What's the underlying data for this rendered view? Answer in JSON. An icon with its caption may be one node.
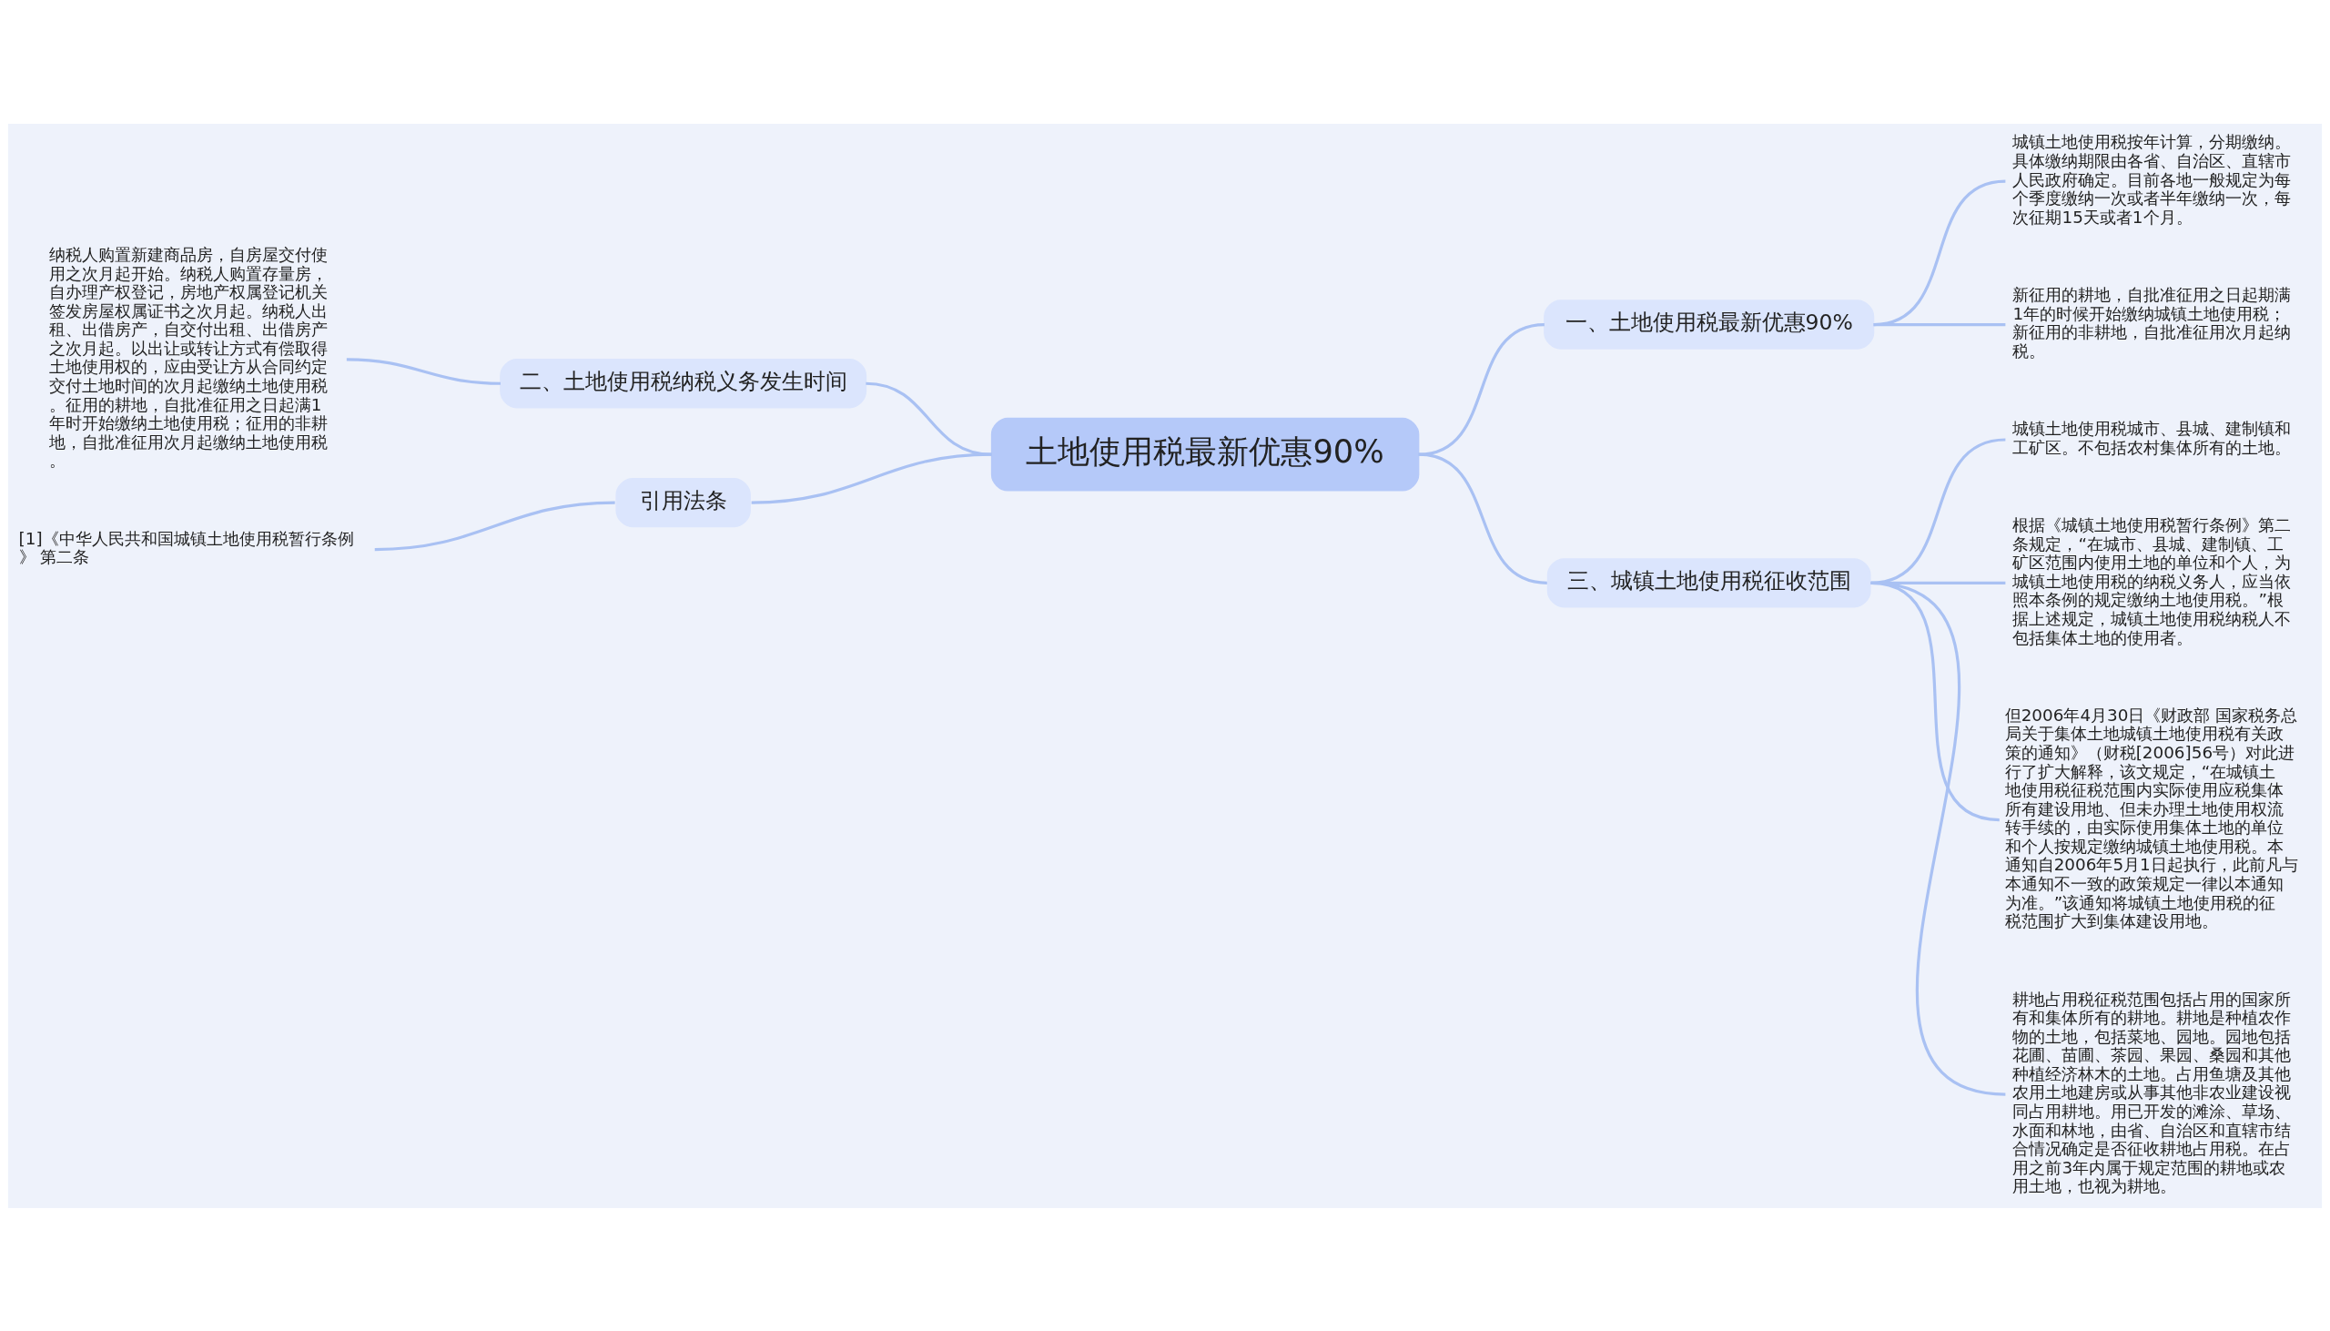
{
  "diagram": {
    "nodes": [
      {
        "text": [
          "土地使用税最新优惠90%"
        ]
      },
      {
        "text": [
          "一、土地使用税最新优惠90%"
        ]
      },
      {
        "text": [
          "城镇土地使用税按年计算，分期缴纳。具体缴纳期限由各省、自治区、直辖市人民政府确定。目前各地一般规定为每个季度缴纳一次或者半年缴纳一次，每次征期15天或者1个月。"
        ]
      },
      {
        "text": [
          "新征用的耕地，自批准征用之日起期满1年的时候开始缴纳城镇土地使用税；新征用的非耕地，自批准征用次月起纳税。"
        ]
      },
      {
        "text": [
          "二、土地使用税纳税义务发生时间"
        ]
      },
      {
        "text": [
          "纳税人购置新建商品房，自房屋交付使用之次月起开始。纳税人购置存量房，自办理产权登记，房地产权属登记机关签发房屋权属证书之次月起。纳税人出租、出借房产，自交付出租、出借房产之次月起。以出让或转让方式有偿取得土地使用权的，应由受让方从合同约定交付土地时间的次月起缴纳土地使用税。征用的耕地，自批准征用之日起满1年时开始缴纳土地使用税；征用的非耕地，自批准征用次月起缴纳土地使用税。"
        ]
      },
      {
        "text": [
          "三、城镇土地使用税征收范围"
        ]
      },
      {
        "text": [
          "城镇土地使用税城市、县城、建制镇和工矿区。不包括农村集体所有的土地。"
        ]
      },
      {
        "text": [
          "根据《城镇土地使用税暂行条例》第二条规定，“在城市、县城、建制镇、工矿区范围内使用土地的单位和个人，为城镇土地使用税的纳税义务人，应当依照本条例的规定缴纳土地使用税。”根据上述规定，城镇土地使用税纳税人不包括集体土地的使用者。"
        ]
      },
      {
        "text": [
          "但2006年4月30日《财政部 国家税务总局关于集体土地城镇土地使用税有关政策的通知》（财税[2006]56号）对此进行了扩大解释，该文规定，“在城镇土地使用税征税范围内实际使用应税集体所有建设用地、但未办理土地使用权流转手续的，由实际使用集体土地的单位和个人按规定缴纳城镇土地使用税。本通知自2006年5月1日起执行，此前凡与本通知不一致的政策规定一律以本通知为准。”该通知将城镇土地使用税的征税范围扩大到集体建设用地。"
        ]
      },
      {
        "text": [
          "耕地占用税征税范围包括占用的国家所有和集体所有的耕地。耕地是种植农作物的土地，包括菜地、园地。园地包括花圃、苗圃、茶园、果园、桑园和其他种植经济林木的土地。占用鱼塘及其他农用土地建房或从事其他非农业建设视同占用耕地。用已开发的滩涂、草场、水面和林地，由省、自治区和直辖市结合情况确定是否征收耕地占用税。在占用之前3年内属于规定范围的耕地或农用土地，也视为耕地。"
        ]
      },
      {
        "text": [
          "引用法条"
        ]
      },
      {
        "text": [
          "[1]《中华人民共和国城镇土地使用税暂行条例》 第二条"
        ]
      }
    ],
    "edges": [
      {
        "from": 0,
        "to": 1,
        "arrow": "none"
      },
      {
        "from": 1,
        "to": 2,
        "arrow": "none"
      },
      {
        "from": 1,
        "to": 3,
        "arrow": "none"
      },
      {
        "from": 0,
        "to": 4,
        "arrow": "none"
      },
      {
        "from": 4,
        "to": 5,
        "arrow": "none"
      },
      {
        "from": 0,
        "to": 6,
        "arrow": "none"
      },
      {
        "from": 6,
        "to": 7,
        "arrow": "none"
      },
      {
        "from": 6,
        "to": 8,
        "arrow": "none"
      },
      {
        "from": 6,
        "to": 9,
        "arrow": "none"
      },
      {
        "from": 6,
        "to": 10,
        "arrow": "none"
      },
      {
        "from": 0,
        "to": 11,
        "arrow": "none"
      },
      {
        "from": 11,
        "to": 12,
        "arrow": "none"
      }
    ]
  }
}
